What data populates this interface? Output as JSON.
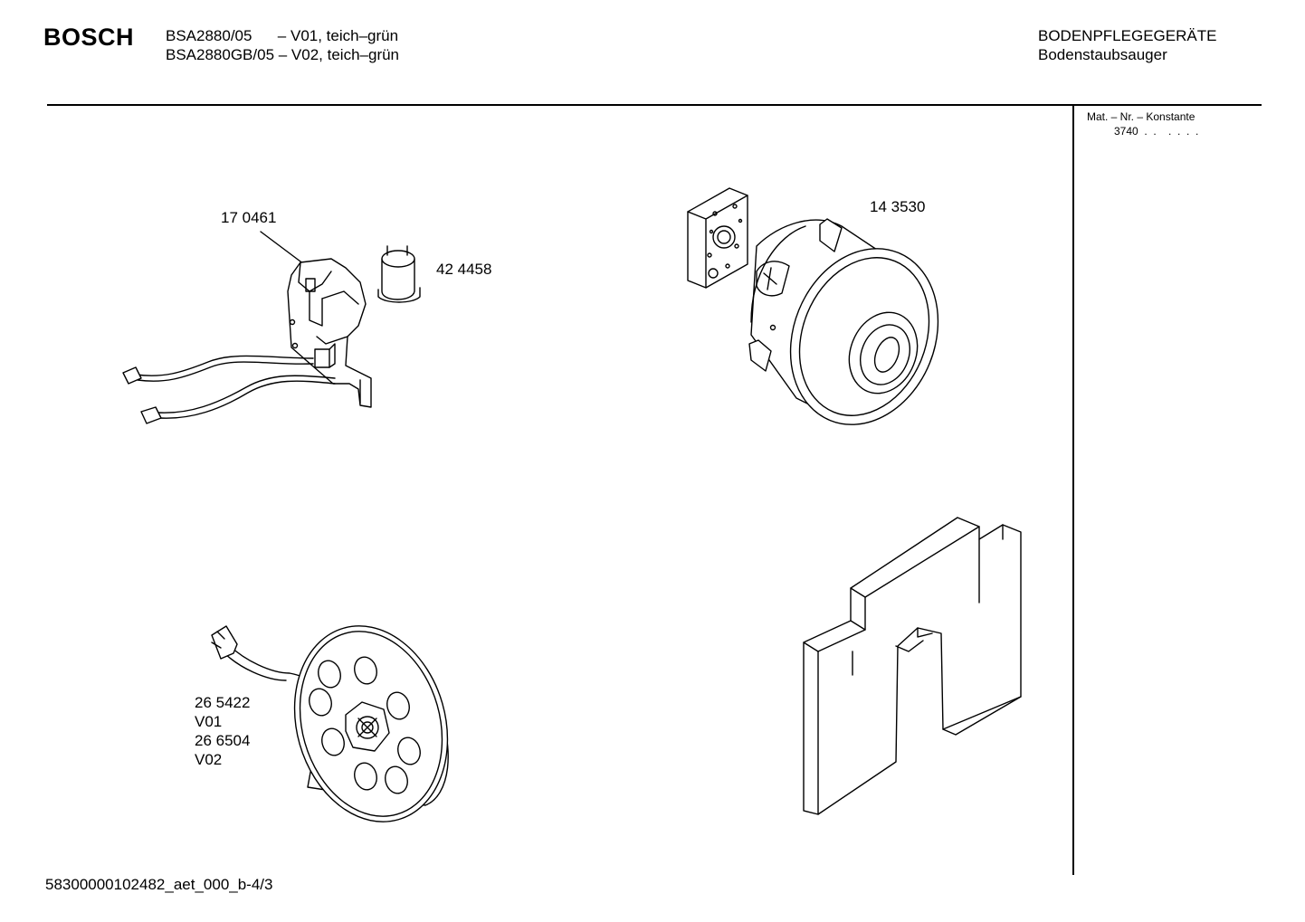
{
  "header": {
    "brand": "BOSCH",
    "model_line_1": "BSA2880/05      – V01, teich–grün",
    "model_line_2": "BSA2880GB/05 – V02, teich–grün",
    "category_line_1": "BODENPFLEGEGERÄTE",
    "category_line_2": "Bodenstaubsauger"
  },
  "sidebar": {
    "mat_label": "Mat. – Nr. – Konstante",
    "mat_value": "3740  .  .    .  .  .  ."
  },
  "parts": {
    "switch_board": "17 0461",
    "capacitor": "42 4458",
    "motor": "14 3530",
    "cord_reel_v01_number": "26 5422",
    "cord_reel_v01_variant": "V01",
    "cord_reel_v02_number": "26 6504",
    "cord_reel_v02_variant": "V02"
  },
  "footer": {
    "document_id": "58300000102482_aet_000_b-4/3"
  }
}
